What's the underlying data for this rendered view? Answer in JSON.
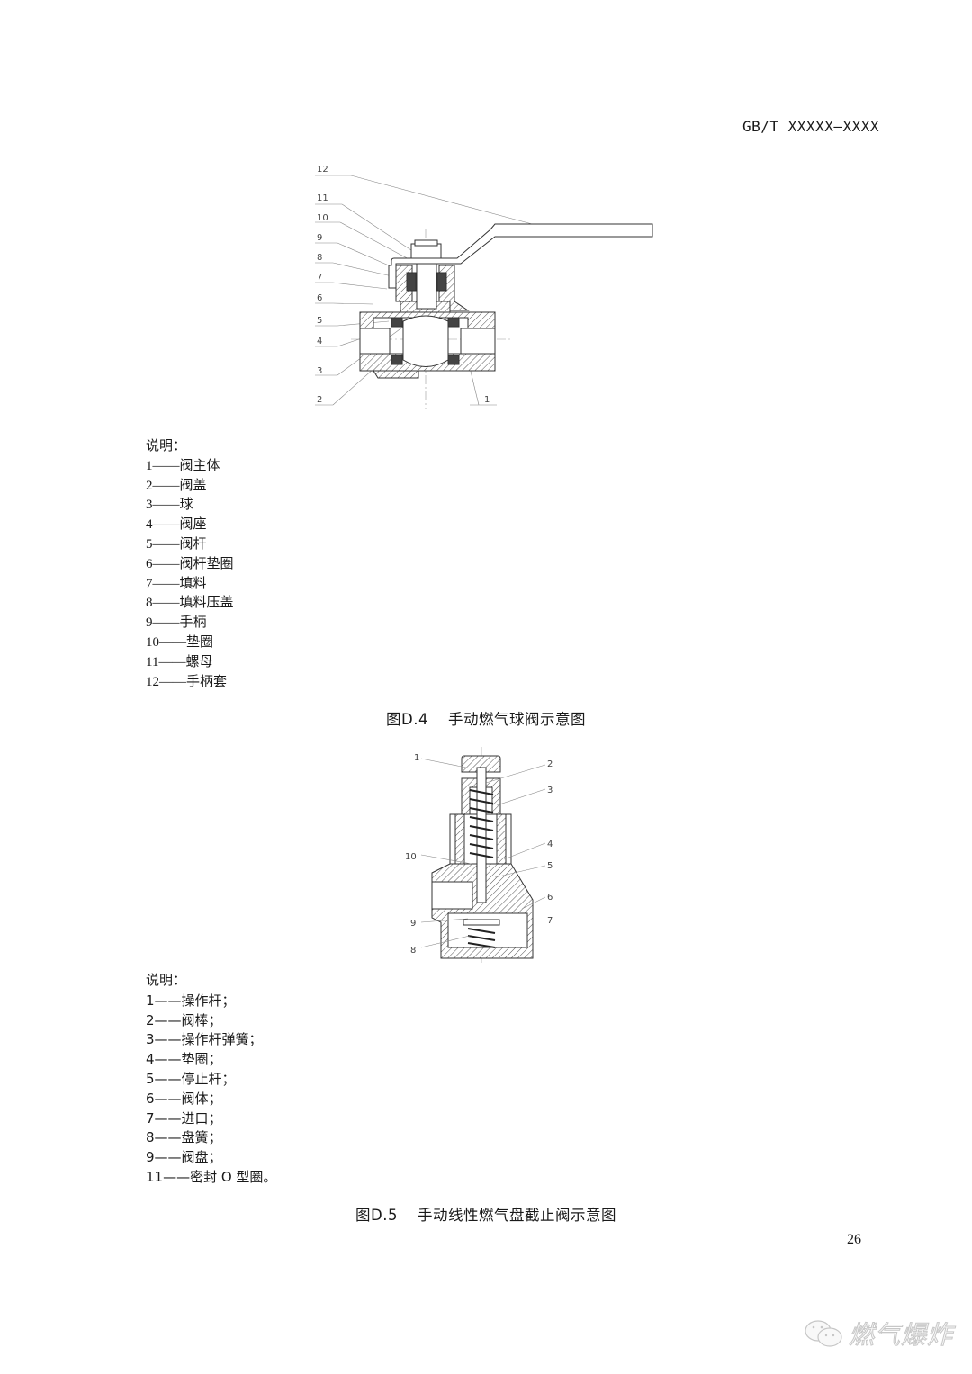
{
  "header": {
    "standard_code": "GB/T XXXXX—XXXX"
  },
  "figure_d4": {
    "callouts": [
      "1",
      "2",
      "3",
      "4",
      "5",
      "6",
      "7",
      "8",
      "9",
      "10",
      "11",
      "12"
    ],
    "legend_title": "说明：",
    "legend": [
      {
        "num": "1",
        "sep": "——",
        "text": "阀主体"
      },
      {
        "num": "2",
        "sep": "——",
        "text": "阀盖"
      },
      {
        "num": "3",
        "sep": "——",
        "text": "球"
      },
      {
        "num": "4",
        "sep": "——",
        "text": "阀座"
      },
      {
        "num": "5",
        "sep": "——",
        "text": "阀杆"
      },
      {
        "num": "6",
        "sep": "——",
        "text": "阀杆垫圈"
      },
      {
        "num": "7",
        "sep": "——",
        "text": "填料"
      },
      {
        "num": "8",
        "sep": "——",
        "text": "填料压盖"
      },
      {
        "num": "9",
        "sep": "——",
        "text": "手柄"
      },
      {
        "num": "10",
        "sep": "——",
        "text": "垫圈"
      },
      {
        "num": "11",
        "sep": "——",
        "text": "螺母"
      },
      {
        "num": "12",
        "sep": "——",
        "text": "手柄套"
      }
    ],
    "caption_number": "图D.4",
    "caption_title": "手动燃气球阀示意图"
  },
  "figure_d5": {
    "callouts": [
      "1",
      "2",
      "3",
      "4",
      "5",
      "6",
      "7",
      "8",
      "9",
      "10"
    ],
    "legend_title": "说明：",
    "legend": [
      {
        "num": "1",
        "sep": "——",
        "text": "操作杆；"
      },
      {
        "num": "2",
        "sep": "——",
        "text": "阀棒；"
      },
      {
        "num": "3",
        "sep": "——",
        "text": "操作杆弹簧；"
      },
      {
        "num": "4",
        "sep": "——",
        "text": "垫圈；"
      },
      {
        "num": "5",
        "sep": "——",
        "text": "停止杆；"
      },
      {
        "num": "6",
        "sep": "——",
        "text": "阀体；"
      },
      {
        "num": "7",
        "sep": "——",
        "text": "进口；"
      },
      {
        "num": "8",
        "sep": "——",
        "text": "盘簧；"
      },
      {
        "num": "9",
        "sep": "——",
        "text": "阀盘；"
      },
      {
        "num": "11",
        "sep": "——",
        "text": "密封 O 型圈。"
      }
    ],
    "caption_number": "图D.5",
    "caption_title": "手动线性燃气盘截止阀示意图"
  },
  "footer": {
    "page_number": "26"
  },
  "watermark": {
    "icon": "wechat-icon",
    "text": "燃气爆炸"
  }
}
